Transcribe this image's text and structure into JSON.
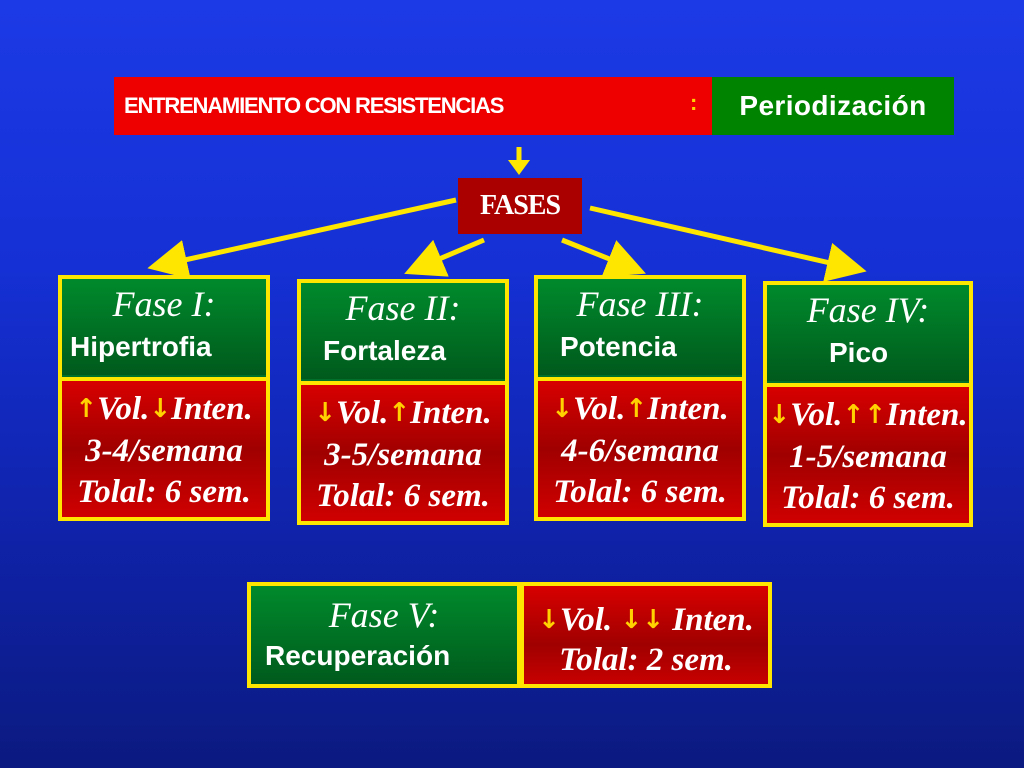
{
  "header": {
    "left_text": "ENTRENAMIENTO CON RESISTENCIAS",
    "separator": ":",
    "right_text": "Periodización"
  },
  "root": {
    "label": "FASES"
  },
  "phases": [
    {
      "title": "Fase I:",
      "subtitle": "Hipertrofia",
      "vol_arrows": "↑",
      "vol_label": "Vol.",
      "inten_arrows": "↓",
      "inten_label": "Inten.",
      "frequency": "3-4/semana",
      "total": "Tolal: 6 sem."
    },
    {
      "title": "Fase II:",
      "subtitle": "Fortaleza",
      "vol_arrows": "↓",
      "vol_label": "Vol.",
      "inten_arrows": "↑",
      "inten_label": "Inten.",
      "frequency": "3-5/semana",
      "total": "Tolal: 6 sem."
    },
    {
      "title": "Fase III:",
      "subtitle": "Potencia",
      "vol_arrows": "↓",
      "vol_label": "Vol.",
      "inten_arrows": "↑",
      "inten_label": "Inten.",
      "frequency": "4-6/semana",
      "total": "Tolal: 6 sem."
    },
    {
      "title": "Fase IV:",
      "subtitle": "Pico",
      "vol_arrows": "↓",
      "vol_label": "Vol.",
      "inten_arrows": "↑↑",
      "inten_label": "Inten.",
      "frequency": "1-5/semana",
      "total": "Tolal: 6 sem."
    }
  ],
  "phase5": {
    "title": "Fase V:",
    "subtitle": "Recuperación",
    "vol_arrows": "↓",
    "vol_label": "Vol.",
    "inten_arrows": "↓↓",
    "inten_label": "Inten.",
    "total": "Tolal: 2 sem."
  },
  "colors": {
    "background": "#1530d4",
    "header_red": "#ee0000",
    "header_green": "#008400",
    "phase_green": "#008a2c",
    "phase_red": "#d80000",
    "border_yellow": "#ffe600",
    "arrow_yellow": "#ffd200",
    "fases_box": "#aa0000"
  },
  "icons": {
    "arrow_down": "down-arrow-icon",
    "arrow_up": "up-arrow-icon"
  }
}
